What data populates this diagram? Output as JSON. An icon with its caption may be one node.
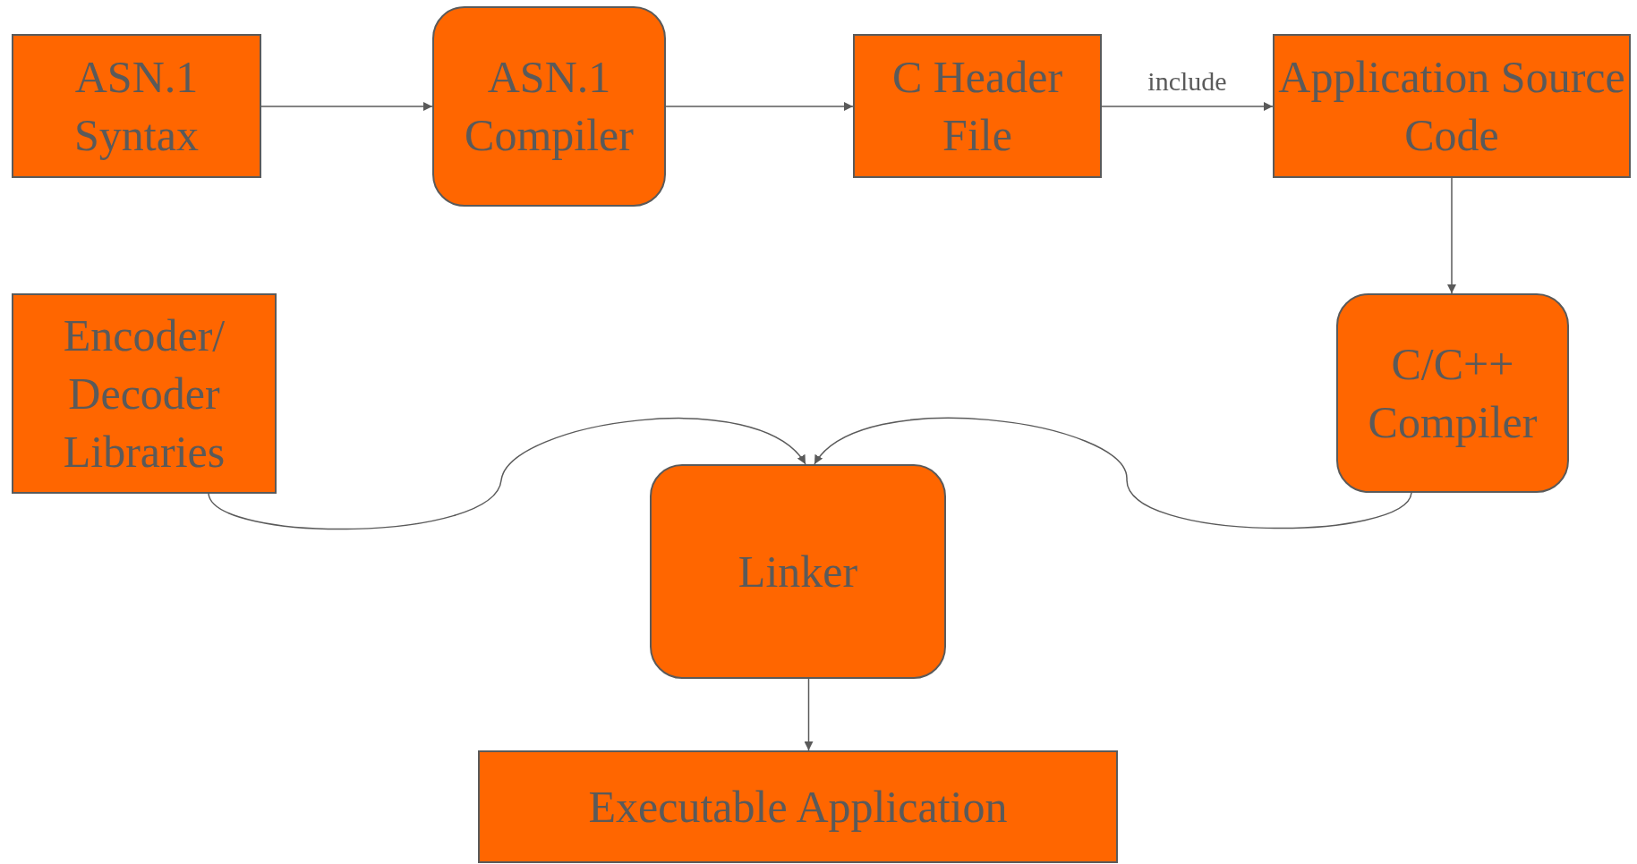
{
  "diagram": {
    "nodes": [
      {
        "text": [
          "ASN.1 Syntax"
        ]
      },
      {
        "text": [
          "ASN.1 Compiler"
        ]
      },
      {
        "text": [
          "C Header File"
        ]
      },
      {
        "text": [
          "Application Source Code"
        ]
      },
      {
        "text": [
          "Encoder/ Decoder Libraries"
        ]
      },
      {
        "text": [
          "C/C++ Compiler"
        ]
      },
      {
        "text": [
          "Linker"
        ]
      },
      {
        "text": [
          "Executable Application"
        ]
      }
    ],
    "edges": [
      {
        "from": 0,
        "to": 1,
        "arrow": "to"
      },
      {
        "from": 1,
        "to": 2,
        "arrow": "to"
      },
      {
        "from": 2,
        "to": 3,
        "arrow": "to",
        "label": "include"
      },
      {
        "from": 3,
        "to": 5,
        "arrow": "to"
      },
      {
        "from": 4,
        "to": 6,
        "arrow": "to"
      },
      {
        "from": 5,
        "to": 6,
        "arrow": "to"
      },
      {
        "from": 6,
        "to": 7,
        "arrow": "to"
      }
    ]
  }
}
